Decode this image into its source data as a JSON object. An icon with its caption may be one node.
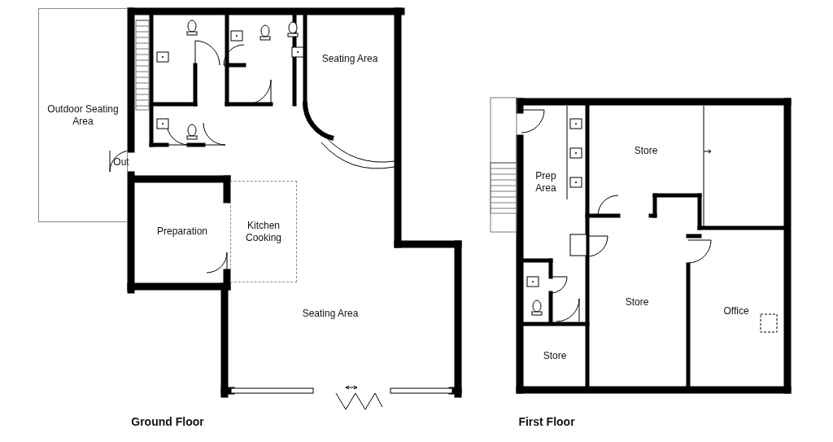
{
  "diagram": {
    "nodes": [
      {
        "text": [
          "Outdoor Seating Area"
        ]
      },
      {
        "text": [
          "Kitchen Cooking"
        ]
      }
    ],
    "labels": [
      "Seating Area",
      "Out",
      "Preparation",
      "Seating Area",
      "Ground Floor",
      "Store",
      "Prep Area",
      "Store",
      "Office",
      "Store",
      "First Floor"
    ]
  }
}
